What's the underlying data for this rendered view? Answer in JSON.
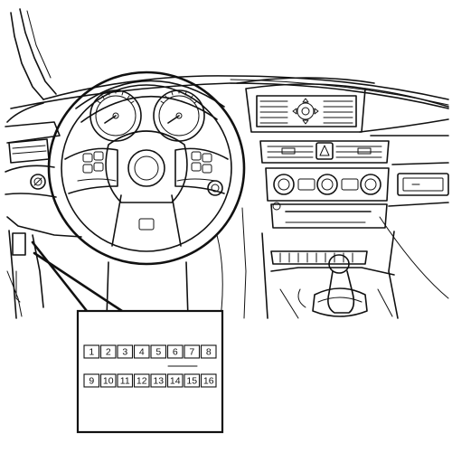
{
  "connector": {
    "top_row": [
      "1",
      "2",
      "3",
      "4",
      "5",
      "6",
      "7",
      "8"
    ],
    "bottom_row": [
      "9",
      "10",
      "11",
      "12",
      "13",
      "14",
      "15",
      "16"
    ]
  }
}
